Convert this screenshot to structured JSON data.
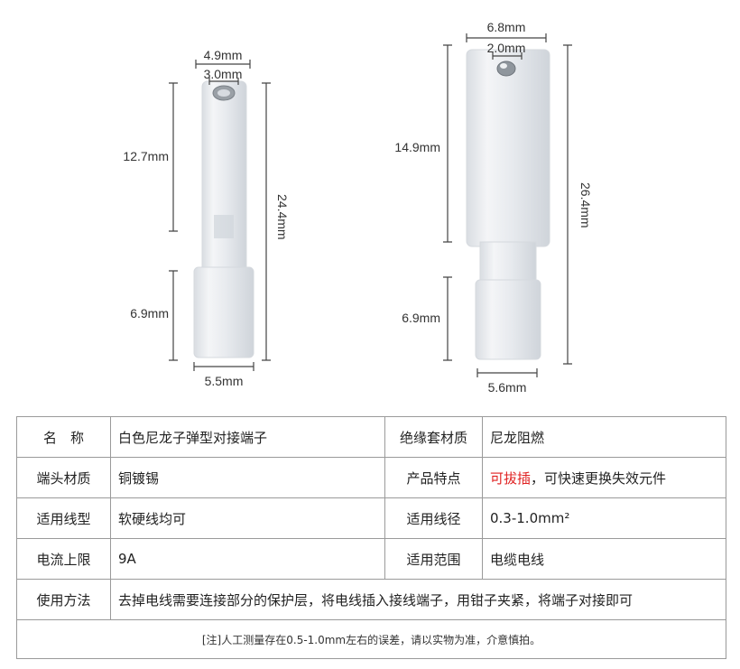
{
  "left_terminal": {
    "top_outer": "4.9mm",
    "top_inner": "3.0mm",
    "body_length": "12.7mm",
    "total_length": "24.4mm",
    "base_length": "6.9mm",
    "base_width": "5.5mm"
  },
  "right_terminal": {
    "top_outer": "6.8mm",
    "top_inner": "2.0mm",
    "body_length": "14.9mm",
    "total_length": "26.4mm",
    "base_length": "6.9mm",
    "base_width": "5.6mm"
  },
  "spec_table": {
    "name_label": "名　称",
    "name_value": "白色尼龙子弹型对接端子",
    "insulation_label": "绝缘套材质",
    "insulation_value": "尼龙阻燃",
    "terminal_material_label": "端头材质",
    "terminal_material_value": "铜镀锡",
    "feature_label": "产品特点",
    "feature_highlight": "可拔插",
    "feature_rest": "，可快速更换失效元件",
    "wire_type_label": "适用线型",
    "wire_type_value": "软硬线均可",
    "wire_diameter_label": "适用线径",
    "wire_diameter_value": "0.3-1.0mm²",
    "current_label": "电流上限",
    "current_value": "9A",
    "scope_label": "适用范围",
    "scope_value": "电缆电线",
    "usage_label": "使用方法",
    "usage_value": "去掉电线需要连接部分的保护层，将电线插入接线端子，用钳子夹紧，将端子对接即可",
    "note": "[注]人工测量存在0.5-1.0mm左右的误差，请以实物为准，介意慎拍。"
  }
}
